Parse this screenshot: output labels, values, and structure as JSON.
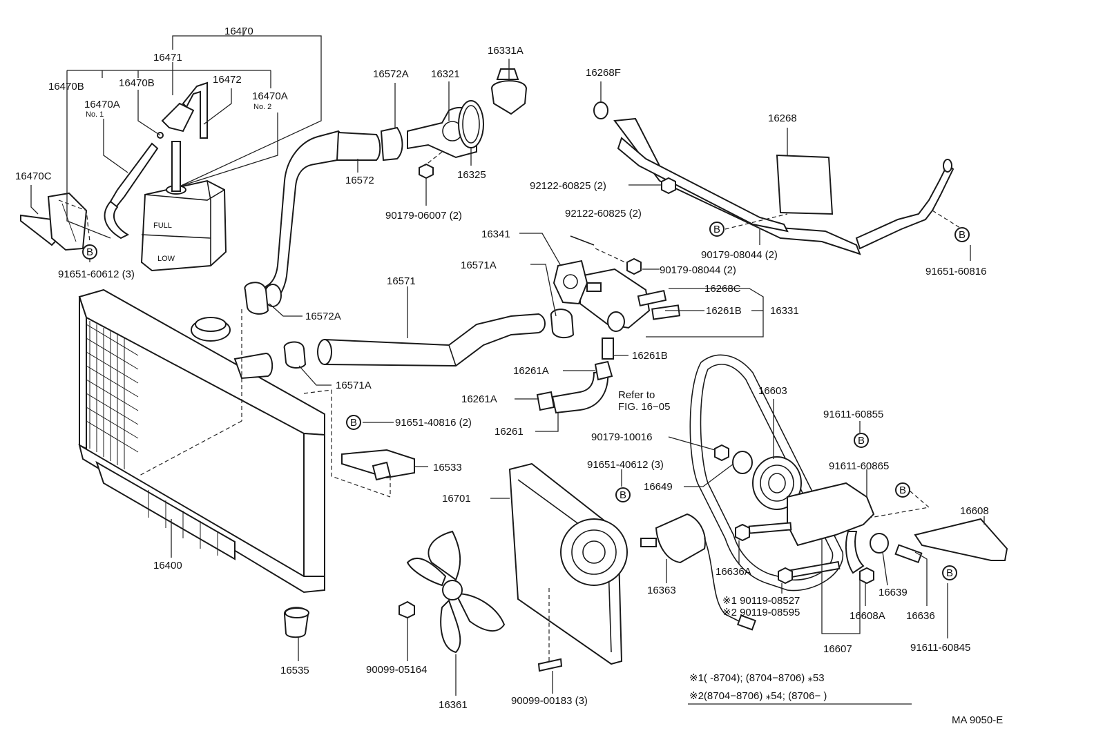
{
  "labels": {
    "l16470": "16470",
    "l16471": "16471",
    "l16472": "16472",
    "l16470B_1": "16470B",
    "l16470B_2": "16470B",
    "l16470A_1": "16470A",
    "l16470A_1_no": "No. 1",
    "l16470A_2": "16470A",
    "l16470A_2_no": "No. 2",
    "l16470C": "16470C",
    "l91651_60612": "91651-60612 (3)",
    "l16572A_top": "16572A",
    "l16321": "16321",
    "l16331A": "16331A",
    "l16572": "16572",
    "l16325": "16325",
    "l90179_06007": "90179-06007 (2)",
    "l16268F": "16268F",
    "l16268": "16268",
    "l92122_60825_a": "92122-60825 (2)",
    "l92122_60825_b": "92122-60825 (2)",
    "l90179_08044_a": "90179-08044 (2)",
    "l90179_08044_b": "90179-08044 (2)",
    "l91651_60816": "91651-60816",
    "l16341": "16341",
    "l16571A_top": "16571A",
    "l16571": "16571",
    "l16268C": "16268C",
    "l16261B_a": "16261B",
    "l16331": "16331",
    "l16572A_mid": "16572A",
    "l16261B_b": "16261B",
    "l16261A_a": "16261A",
    "l16261A_b": "16261A",
    "l16571A_bot": "16571A",
    "l16261": "16261",
    "l_refer1": "Refer to",
    "l_refer2": "FIG. 16−05",
    "l16603": "16603",
    "l91611_60855": "91611-60855",
    "l91651_40816": "91651-40816 (2)",
    "l90179_10016": "90179-10016",
    "l16533": "16533",
    "l91651_40612": "91651-40612 (3)",
    "l91611_60865": "91611-60865",
    "l16649": "16649",
    "l16701": "16701",
    "l16608": "16608",
    "l16400": "16400",
    "l16636A": "16636A",
    "l16363": "16363",
    "l16639": "16639",
    "l90119_08527": "※1 90119-08527",
    "l90119_08595": "※2 90119-08595",
    "l16636": "16636",
    "l16608A": "16608A",
    "l16607": "16607",
    "l91611_60845": "91611-60845",
    "l16535": "16535",
    "l90099_05164": "90099-05164",
    "l16361": "16361",
    "l90099_00183": "90099-00183 (3)",
    "note1": "※1(        -8704); (8704−8706) ⁎53",
    "note2": "※2(8704−8706) ⁎54; (8706−          )",
    "ref": "MA 9050-E",
    "tank_full": "FULL",
    "tank_low": "LOW"
  },
  "badge_letter": "B"
}
